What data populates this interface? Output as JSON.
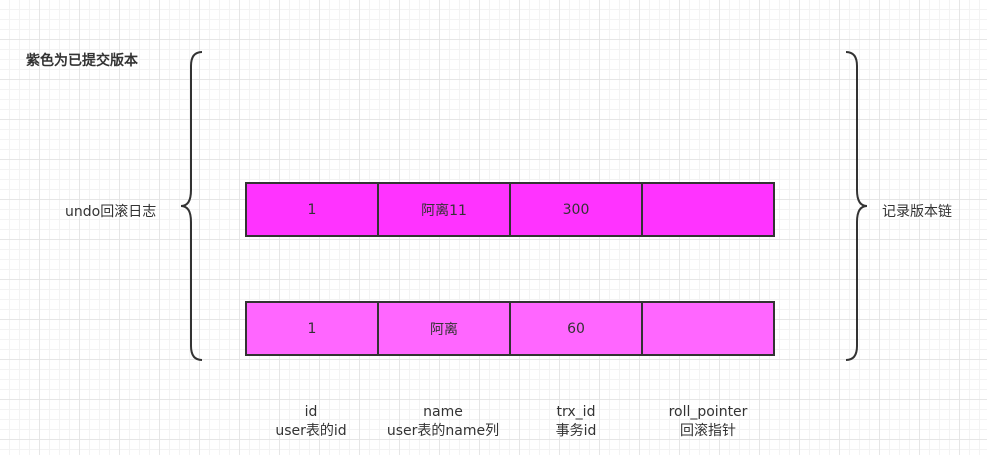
{
  "title": "紫色为已提交版本",
  "left_label": "undo回滚日志",
  "right_label": "记录版本链",
  "rows": [
    {
      "cells": [
        "1",
        "阿离11",
        "300",
        ""
      ],
      "color": "#ff33ff"
    },
    {
      "cells": [
        "1",
        "阿离",
        "60",
        ""
      ],
      "color": "#ff66ff"
    }
  ],
  "columns": [
    {
      "name": "id",
      "desc": "user表的id"
    },
    {
      "name": "name",
      "desc": "user表的name列"
    },
    {
      "name": "trx_id",
      "desc": "事务id"
    },
    {
      "name": "roll_pointer",
      "desc": "回滚指针"
    }
  ]
}
